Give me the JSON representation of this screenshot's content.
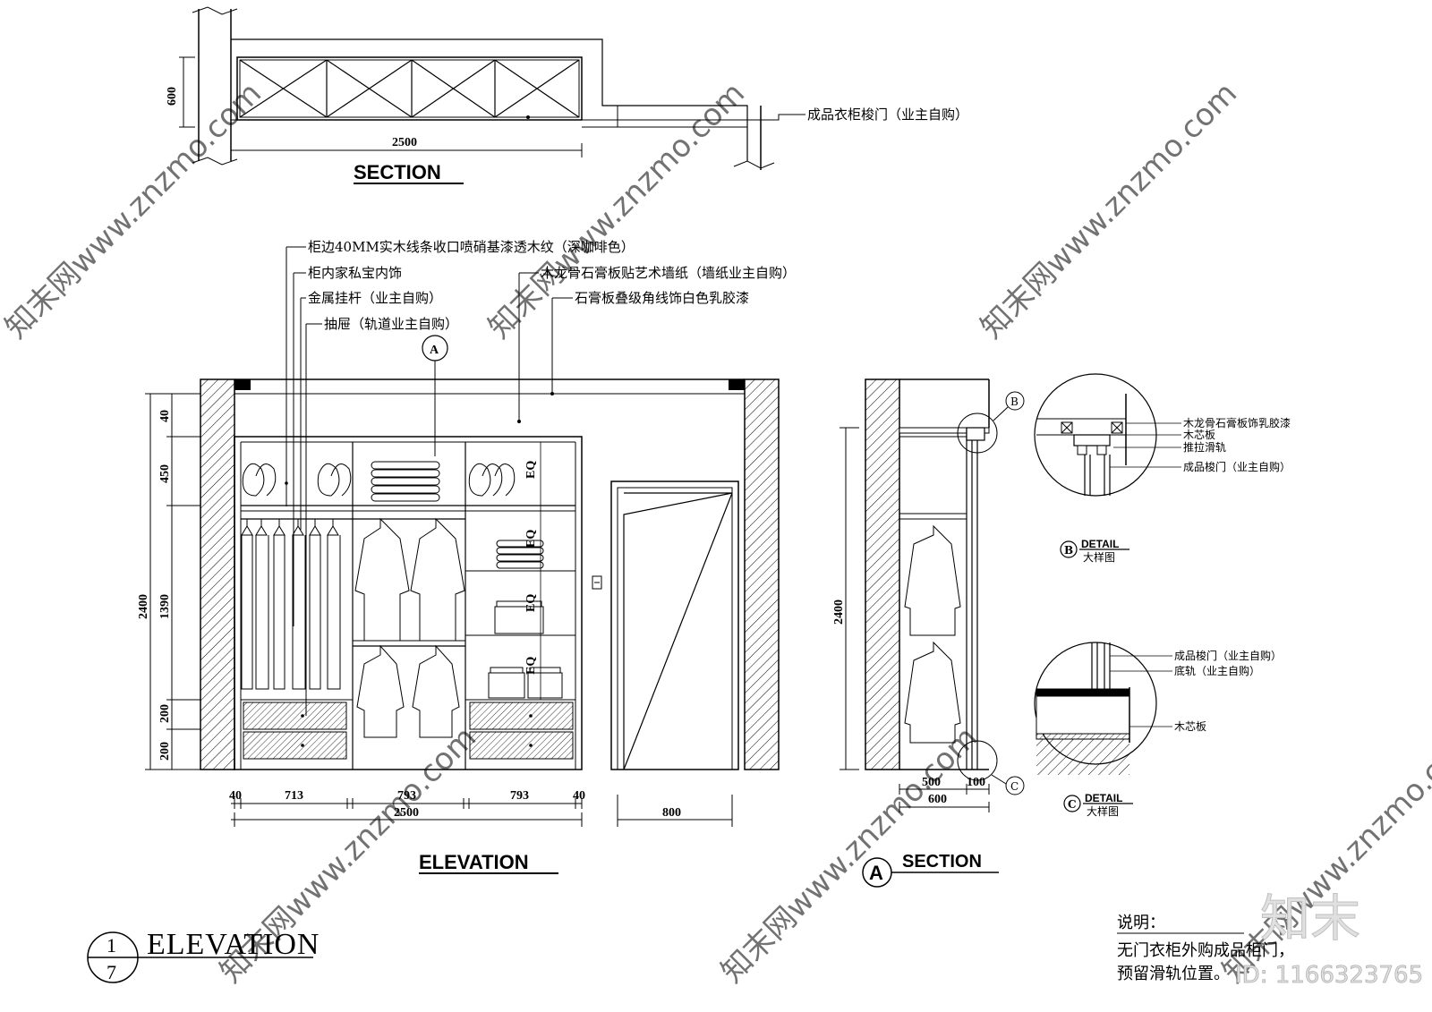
{
  "top_section": {
    "title": "SECTION",
    "dim_width": "2500",
    "dim_height": "600",
    "callout": "成品衣柜梭门（业主自购）"
  },
  "elevation": {
    "title": "ELEVATION",
    "callouts": [
      "柜边40MM实木线条收口喷硝基漆透木纹（深咖啡色）",
      "柜内家私宝内饰",
      "金属挂杆（业主自购）",
      "抽屉（轨道业主自购）",
      "木龙骨石膏板贴艺术墙纸（墙纸业主自购）",
      "石膏板叠级角线饰白色乳胶漆"
    ],
    "section_marker": "A",
    "eq_label": "EQ",
    "bottom_dims": [
      "40",
      "713",
      "793",
      "793",
      "40"
    ],
    "total_width": "2500",
    "door_width": "800",
    "left_dims": [
      "40",
      "450",
      "1390",
      "200",
      "200"
    ],
    "total_height": "2400"
  },
  "section_a": {
    "title": "SECTION",
    "marker": "A",
    "dims_bottom": [
      "500",
      "100"
    ],
    "total_depth": "600",
    "height": "2400",
    "detail_markers": [
      "B",
      "C"
    ]
  },
  "detail_b": {
    "labels": [
      "木龙骨石膏板饰乳胶漆",
      "木芯板",
      "推拉滑轨",
      "成品梭门（业主自购）"
    ],
    "marker": "B",
    "title": "DETAIL",
    "subtitle": "大样图"
  },
  "detail_c": {
    "labels": [
      "成品梭门（业主自购）",
      "底轨（业主自购）",
      "木芯板"
    ],
    "marker": "C",
    "title": "DETAIL",
    "subtitle": "大样图"
  },
  "drawing_title": {
    "number": "1",
    "sheet": "7",
    "text": "ELEVATION"
  },
  "notes": {
    "heading": "说明：",
    "lines": [
      "无门衣柜外购成品柜门，",
      "预留滑轨位置。"
    ]
  },
  "watermark": {
    "logo": "知末",
    "id": "ID: 1166323765",
    "site": "知末网www.znzmo.com"
  }
}
